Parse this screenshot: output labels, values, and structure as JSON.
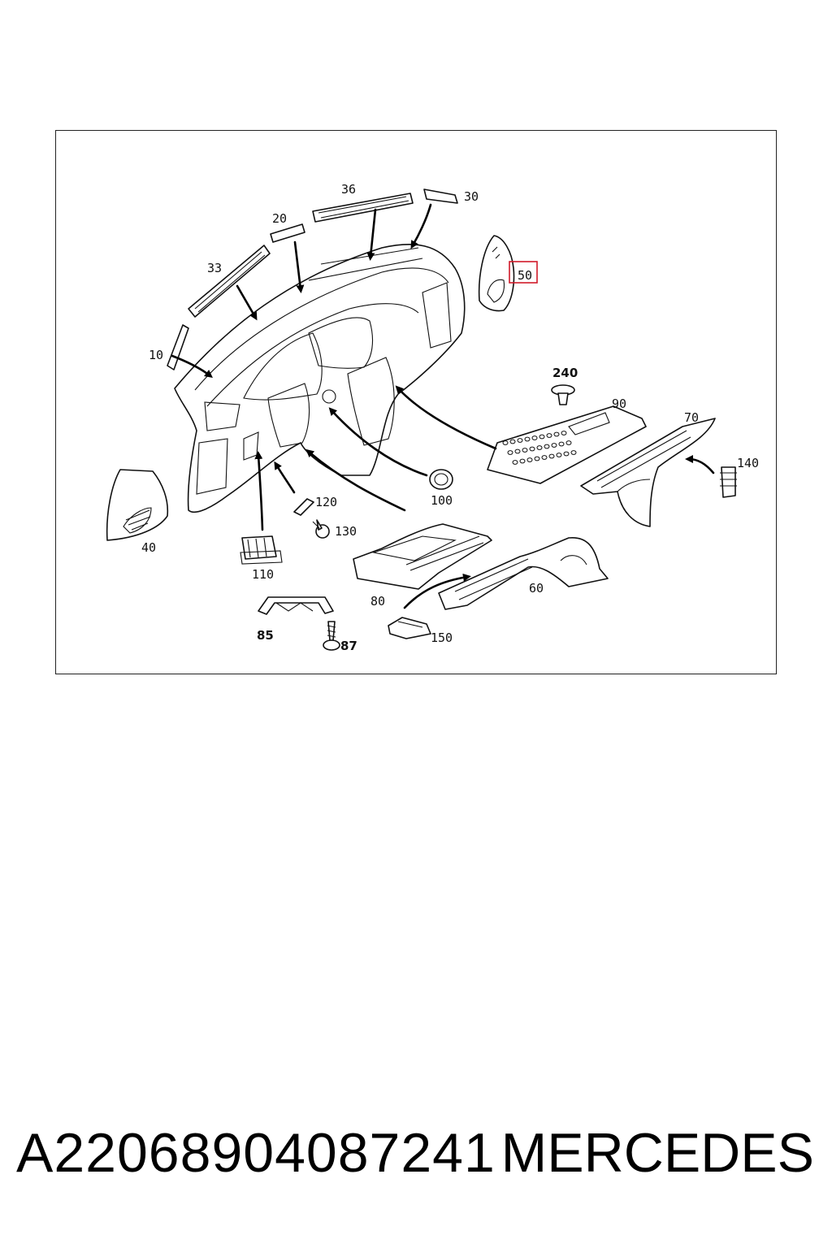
{
  "diagram": {
    "highlight_color": "#d11a2a",
    "highlighted_label": "50",
    "labels": [
      "36",
      "30",
      "20",
      "33",
      "50",
      "10",
      "240",
      "90",
      "70",
      "140",
      "100",
      "120",
      "130",
      "40",
      "110",
      "80",
      "60",
      "85",
      "87",
      "150"
    ]
  },
  "footer": {
    "part_number": "A22068904087241",
    "brand": "MERCEDES"
  }
}
